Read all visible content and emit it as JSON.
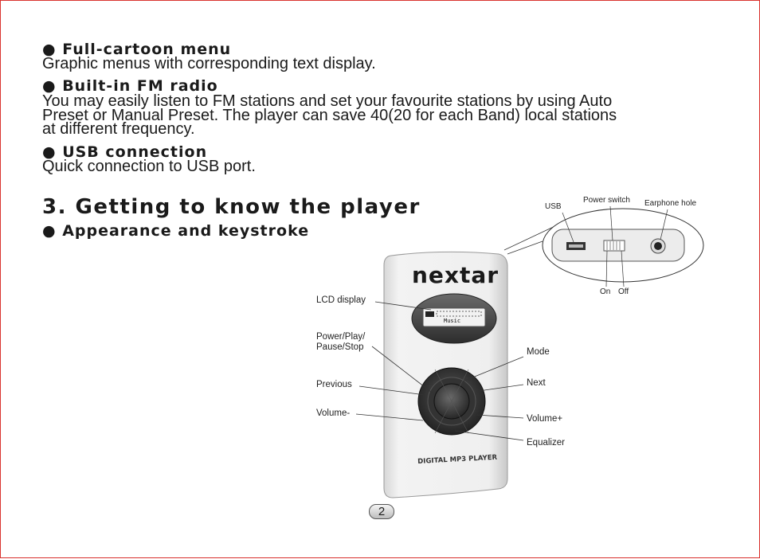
{
  "sections": [
    {
      "heading": "● Full-cartoon menu",
      "body": [
        "Graphic menus with corresponding text display."
      ]
    },
    {
      "heading": "● Built-in FM radio",
      "body": [
        " You may easily listen to FM stations and set your favourite stations by using Auto",
        "Preset or Manual Preset. The player can save 40(20 for each Band) local stations",
        "at different frequency."
      ]
    },
    {
      "heading": "● USB connection",
      "body": [
        "Quick connection to USB port."
      ]
    }
  ],
  "chapter_title": "3. Getting to know the player",
  "subheading": "● Appearance and keystroke",
  "device": {
    "brand": "nextar",
    "lcd_text": "Music",
    "bottom_label": "DIGITAL MP3 PLAYER"
  },
  "callouts": {
    "lcd_display": "LCD display",
    "power_play_1": "Power/Play/",
    "power_play_2": "Pause/Stop",
    "previous": "Previous",
    "volume_minus": "Volume-",
    "mode": "Mode",
    "next": "Next",
    "volume_plus": "Volume+",
    "equalizer": "Equalizer"
  },
  "top_view": {
    "usb": "USB",
    "power_switch": "Power switch",
    "earphone_hole": "Earphone hole",
    "on": "On",
    "off": "Off"
  },
  "page_number": "2",
  "colors": {
    "border": "#d9332f",
    "text": "#1a1a1a"
  }
}
